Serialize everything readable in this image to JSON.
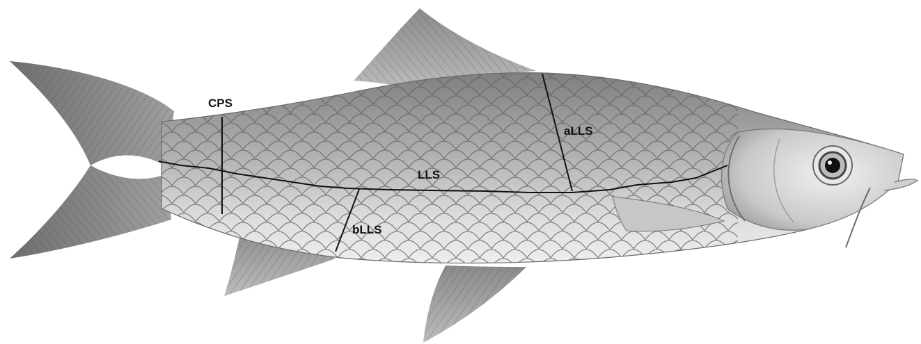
{
  "labels": {
    "cps": "CPS",
    "alls": "aLLS",
    "lls": "LLS",
    "blls": "bLLS"
  },
  "colors": {
    "background": "#ffffff",
    "body_light": "#d9d9d9",
    "body_dark": "#8c8c8c",
    "fin": "#9a9a9a",
    "line": "#111111"
  }
}
